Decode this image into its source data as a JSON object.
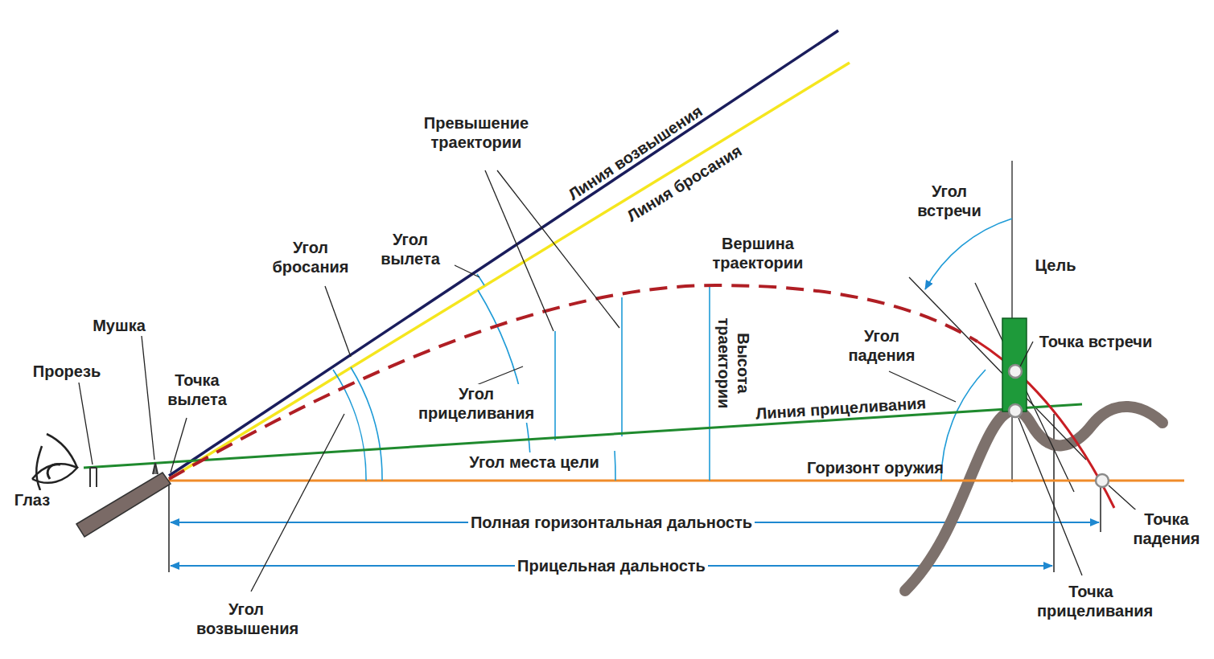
{
  "diagram": {
    "labels": [
      "Превышение траектории",
      "Линия возвышения",
      "Линия бросания",
      "Угол бросания",
      "Угол вылета",
      "Вершина траектории",
      "Угол встречи",
      "Цель",
      "Мушка",
      "Прорезь",
      "Точка вылета",
      "Высота траектории",
      "Угол падения",
      "Точка встречи",
      "Угол прицеливания",
      "Линия прицеливания",
      "Глаз",
      "Угол места цели",
      "Горизонт оружия",
      "Полная горизонтальная дальность",
      "Точка падения",
      "Прицельная дальность",
      "Точка прицеливания",
      "Угол возвышения"
    ]
  }
}
